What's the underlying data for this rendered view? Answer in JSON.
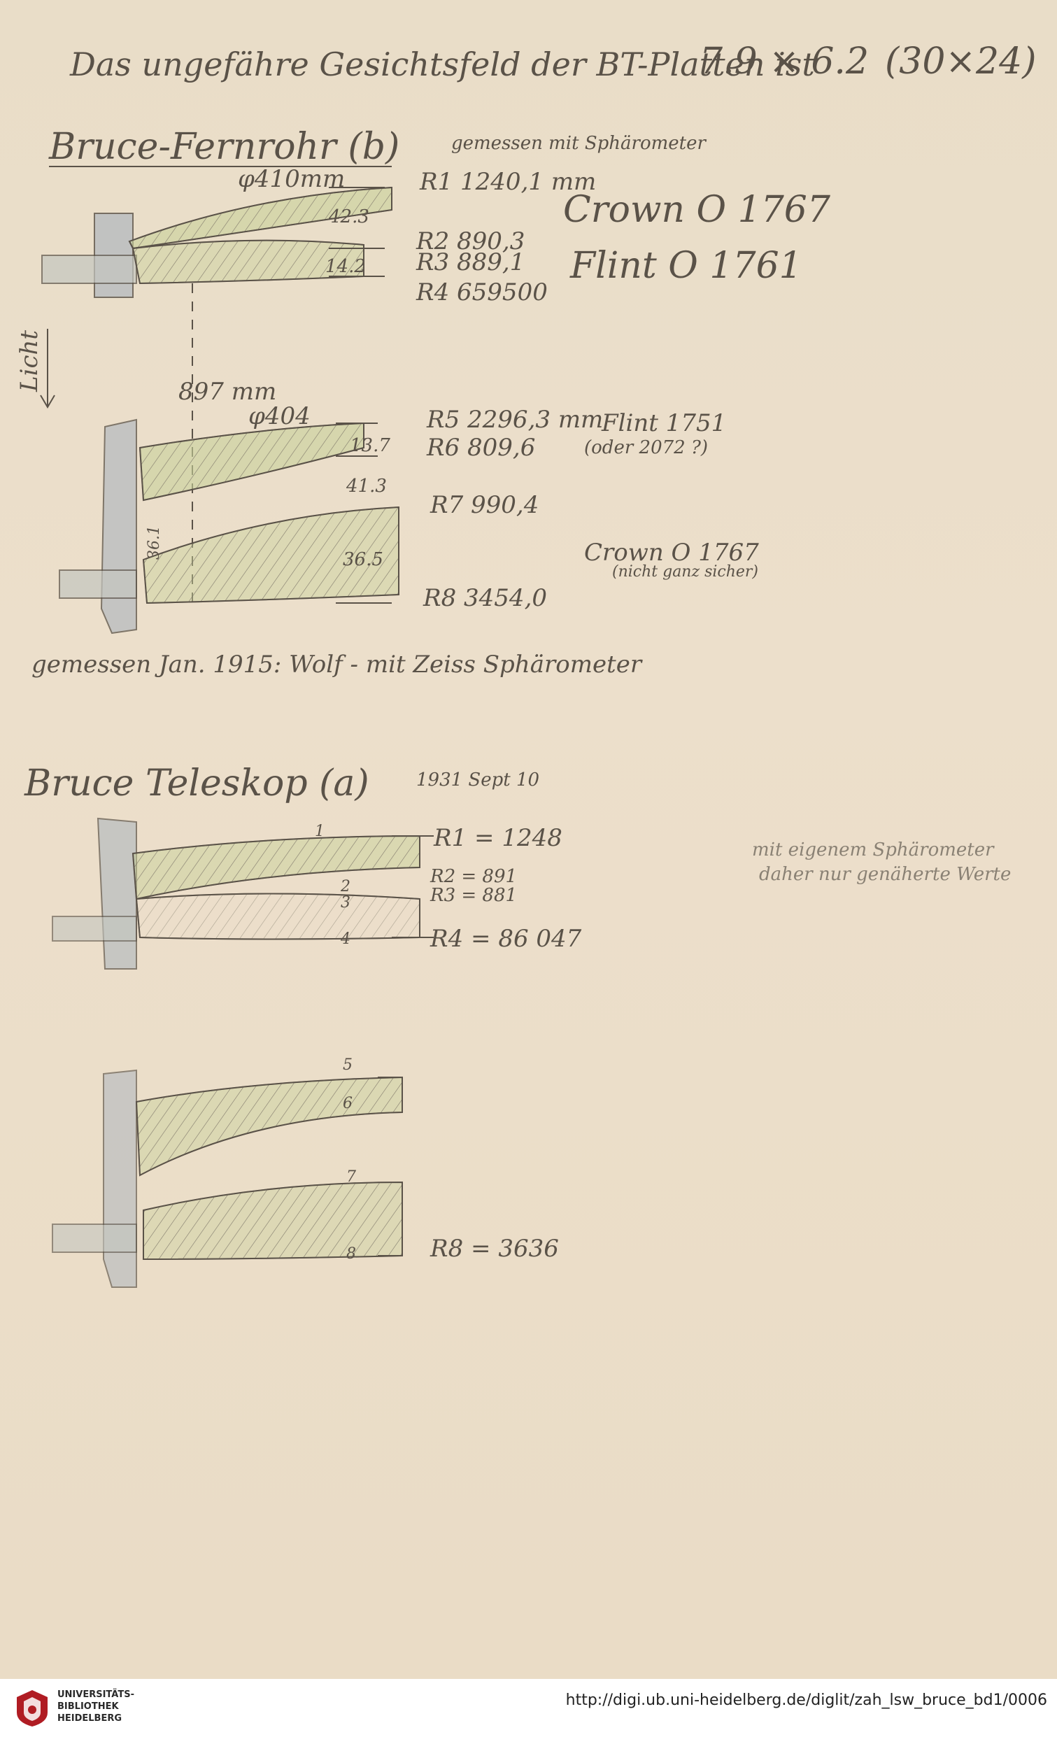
{
  "header": {
    "text": "Das ungefähre Gesichtsfeld der BT-Platten ist",
    "value": "7.9 × 6.2",
    "paren": "(30×24)"
  },
  "section_b": {
    "heading": "Bruce-Fernrohr (b)",
    "note": "gemessen mit Sphärometer",
    "diameter_top": "φ410mm",
    "thickness_1": "42.3",
    "thickness_2": "14.2",
    "r1": "R1 1240,1 mm",
    "r2": "R2 890,3",
    "r3": "R3 889,1",
    "r4": "R4 659500",
    "glass_1": "Crown O 1767",
    "glass_2": "Flint O 1761",
    "light": "Licht",
    "distance": "897 mm",
    "diameter_bottom": "φ404",
    "thickness_3": "13.7",
    "thickness_4": "41.3",
    "thickness_5": "36.1",
    "thickness_6": "36.5",
    "r5": "R5 2296,3 mm",
    "r6": "R6 809,6",
    "r7": "R7 990,4",
    "r8": "R8 3454,0",
    "glass_3": "Flint 1751",
    "glass_3_alt": "(oder 2072 ?)",
    "glass_4": "Crown O 1767",
    "glass_4_note": "(nicht ganz sicher)",
    "measured_note": "gemessen Jan. 1915: Wolf - mit Zeiss Sphärometer"
  },
  "section_a": {
    "heading": "Bruce Teleskop (a)",
    "date": "1931 Sept 10",
    "r1": "R1 = 1248",
    "r2": "R2 = 891",
    "r3": "R3 = 881",
    "r4": "R4 = 86 047",
    "r8": "R8 = 3636",
    "surface_1": "1",
    "surface_2": "2",
    "surface_3": "3",
    "surface_4": "4",
    "surface_5": "5",
    "surface_6": "6",
    "surface_7": "7",
    "surface_8": "8",
    "side_note_1": "mit eigenem Sphärometer",
    "side_note_2": "daher nur genäherte Werte"
  },
  "footer": {
    "logo_line_1": "UNIVERSITÄTS-",
    "logo_line_2": "BIBLIOTHEK",
    "logo_line_3": "HEIDELBERG",
    "url": "http://digi.ub.uni-heidelberg.de/diglit/zah_lsw_bruce_bd1/0006"
  },
  "colors": {
    "paper": "#ecdfcb",
    "pencil": "#5a5248",
    "green_wash": "#c9d29a",
    "blue_wash": "#b7bcc0"
  }
}
